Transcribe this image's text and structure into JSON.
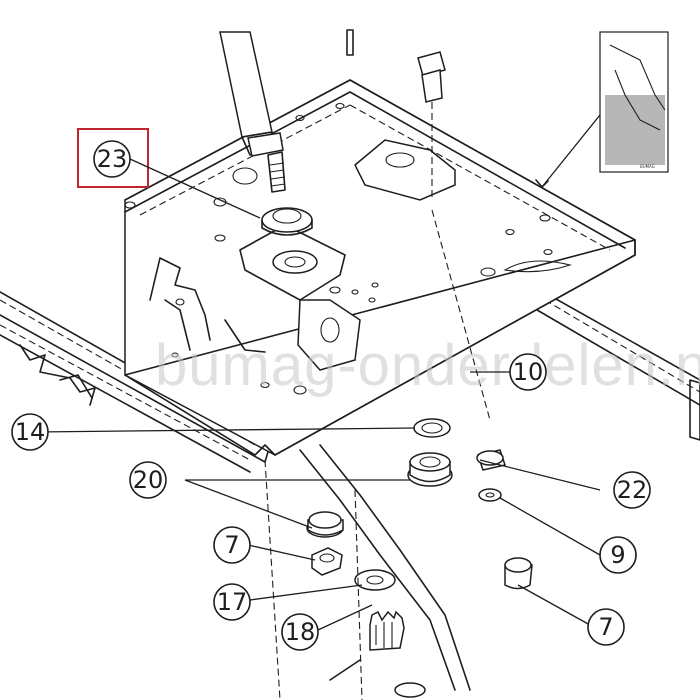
{
  "diagram": {
    "callouts": [
      {
        "id": "c23",
        "label": "23"
      },
      {
        "id": "c10",
        "label": "10"
      },
      {
        "id": "c14",
        "label": "14"
      },
      {
        "id": "c20",
        "label": "20"
      },
      {
        "id": "c22",
        "label": "22"
      },
      {
        "id": "c7a",
        "label": "7"
      },
      {
        "id": "c9",
        "label": "9"
      },
      {
        "id": "c7b",
        "label": "7"
      },
      {
        "id": "c17",
        "label": "17"
      },
      {
        "id": "c18",
        "label": "18"
      }
    ],
    "highlighted_part": "23",
    "highlight_color": "#c0262d"
  },
  "watermark": {
    "text": "bumag-onderdelen.nl"
  },
  "thumbnail": {
    "caption": "BUMAG"
  }
}
